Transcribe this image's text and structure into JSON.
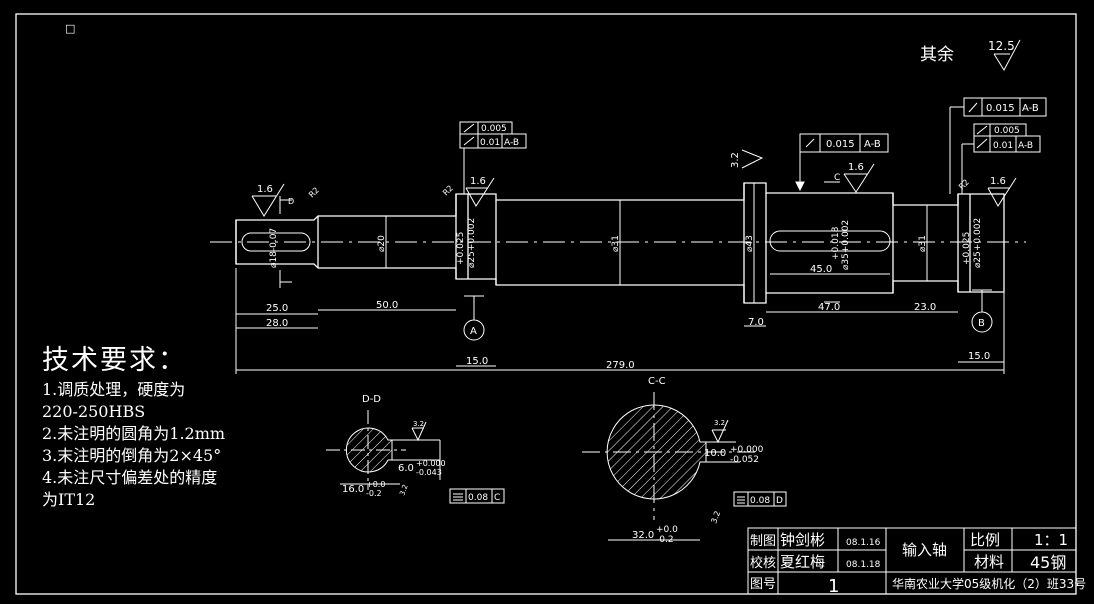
{
  "colors": {
    "background": "#000000",
    "line": "#ffffff",
    "center_line": "#ffffff"
  },
  "corner_mark": "□",
  "roughness_rest": {
    "label": "其余",
    "value": "12.5"
  },
  "requirements": {
    "title": "技术要求：",
    "lines": [
      "1.调质处理，硬度为",
      "220-250HBS",
      "2.未注明的圆角为1.2mm",
      "3.末注明的倒角为2×45°",
      "4.未注尺寸偏差处的精度",
      "为IT12"
    ]
  },
  "dims": {
    "d18": "⌀18-0.07",
    "d20": "⌀20",
    "d25_left": "⌀25+0.002",
    "tol_left": "+0.025",
    "d31_mid": "⌀31",
    "d43": "⌀43",
    "d35": "⌀35+0.002",
    "tol_35": "+0.018",
    "d31_right": "⌀31",
    "d25_right": "⌀25+0.002",
    "tol_right": "+0.025",
    "len_25": "25.0",
    "len_28": "28.0",
    "len_50": "50.0",
    "len_15a": "15.0",
    "len_7": "7.0",
    "len_45": "45.0",
    "len_47": "47.0",
    "len_23": "23.0",
    "len_15b": "15.0",
    "len_279": "279.0",
    "r_left": "R2",
    "r_left2": "R2",
    "r_right": "R2"
  },
  "roughness": {
    "r1": "1.6",
    "r2": "1.6",
    "r3": "3.2",
    "r4": "1.6",
    "r5": "1.6",
    "r6": "3.2",
    "r7": "3.2"
  },
  "tolerance_frames": {
    "left_cyl": "0.005",
    "left_run": "0.01",
    "left_run_ref": "A-B",
    "mid_run": "0.015",
    "mid_run_ref": "A-B",
    "right_top": "0.015",
    "right_top_ref": "A-B",
    "right_cyl": "0.005",
    "right_run": "0.01",
    "right_run_ref": "A-B",
    "dd_sym": "0.08",
    "dd_ref": "C",
    "cc_sym": "0.08",
    "cc_ref": "D"
  },
  "datums": {
    "a": "A",
    "b": "B"
  },
  "sections": {
    "dd": {
      "label": "D-D",
      "width_dim": "6.0",
      "width_tol_up": "+0.000",
      "width_tol_low": "-0.043",
      "depth_dim": "16.0",
      "depth_tol_up": "+0.0",
      "depth_tol_low": "-0.2"
    },
    "cc": {
      "label": "C-C",
      "width_dim": "10.0",
      "width_tol_up": "+0.000",
      "width_tol_low": "-0.052",
      "depth_dim": "32.0",
      "depth_tol_up": "+0.0",
      "depth_tol_low": "-0.2"
    }
  },
  "section_marks": {
    "d": "D",
    "c": "C"
  },
  "title_block": {
    "draw_label": "制图",
    "draw_name": "钟剑彬",
    "draw_date": "08.1.16",
    "check_label": "校核",
    "check_name": "夏红梅",
    "check_date": "08.1.18",
    "part_name": "输入轴",
    "scale_label": "比例",
    "scale_value": "1：1",
    "material_label": "材料",
    "material_value": "45钢",
    "drawing_no_label": "图号",
    "drawing_no_value": "1",
    "school": "华南农业大学05级机化（2）班33号"
  }
}
